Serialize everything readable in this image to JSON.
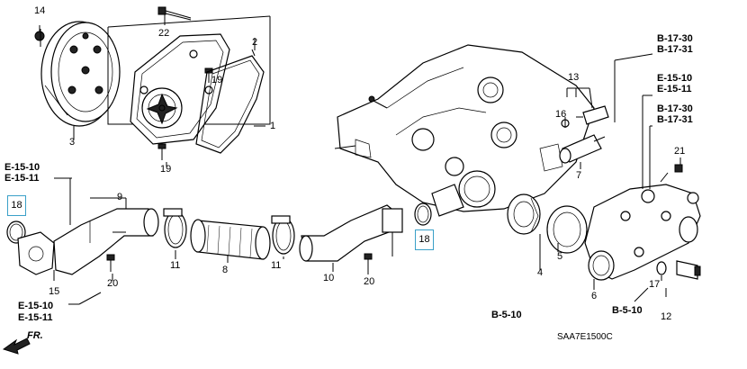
{
  "parts": {
    "p1": "1",
    "p2": "2",
    "p3": "3",
    "p4": "4",
    "p5": "5",
    "p6": "6",
    "p7": "7",
    "p8": "8",
    "p9": "9",
    "p10": "10",
    "p11a": "11",
    "p11b": "11",
    "p12": "12",
    "p13": "13",
    "p14": "14",
    "p15": "15",
    "p16": "16",
    "p17": "17",
    "p18a": "18",
    "p18b": "18",
    "p19a": "19",
    "p19b": "19",
    "p20a": "20",
    "p20b": "20",
    "p21": "21",
    "p22": "22"
  },
  "refs": {
    "r_e1510_left": "E-15-10",
    "r_e1511_left": "E-15-11",
    "r_e1510_bottom": "E-15-10",
    "r_e1511_bottom": "E-15-11",
    "r_b1730_top": "B-17-30",
    "r_b1731_top": "B-17-31",
    "r_e1510_right": "E-15-10",
    "r_e1511_right": "E-15-11",
    "r_b1730_mid": "B-17-30",
    "r_b1731_mid": "B-17-31",
    "r_b510_left": "B-5-10",
    "r_b510_right": "B-5-10"
  },
  "direction_label": "FR.",
  "diagram_code": "SAA7E1500C"
}
